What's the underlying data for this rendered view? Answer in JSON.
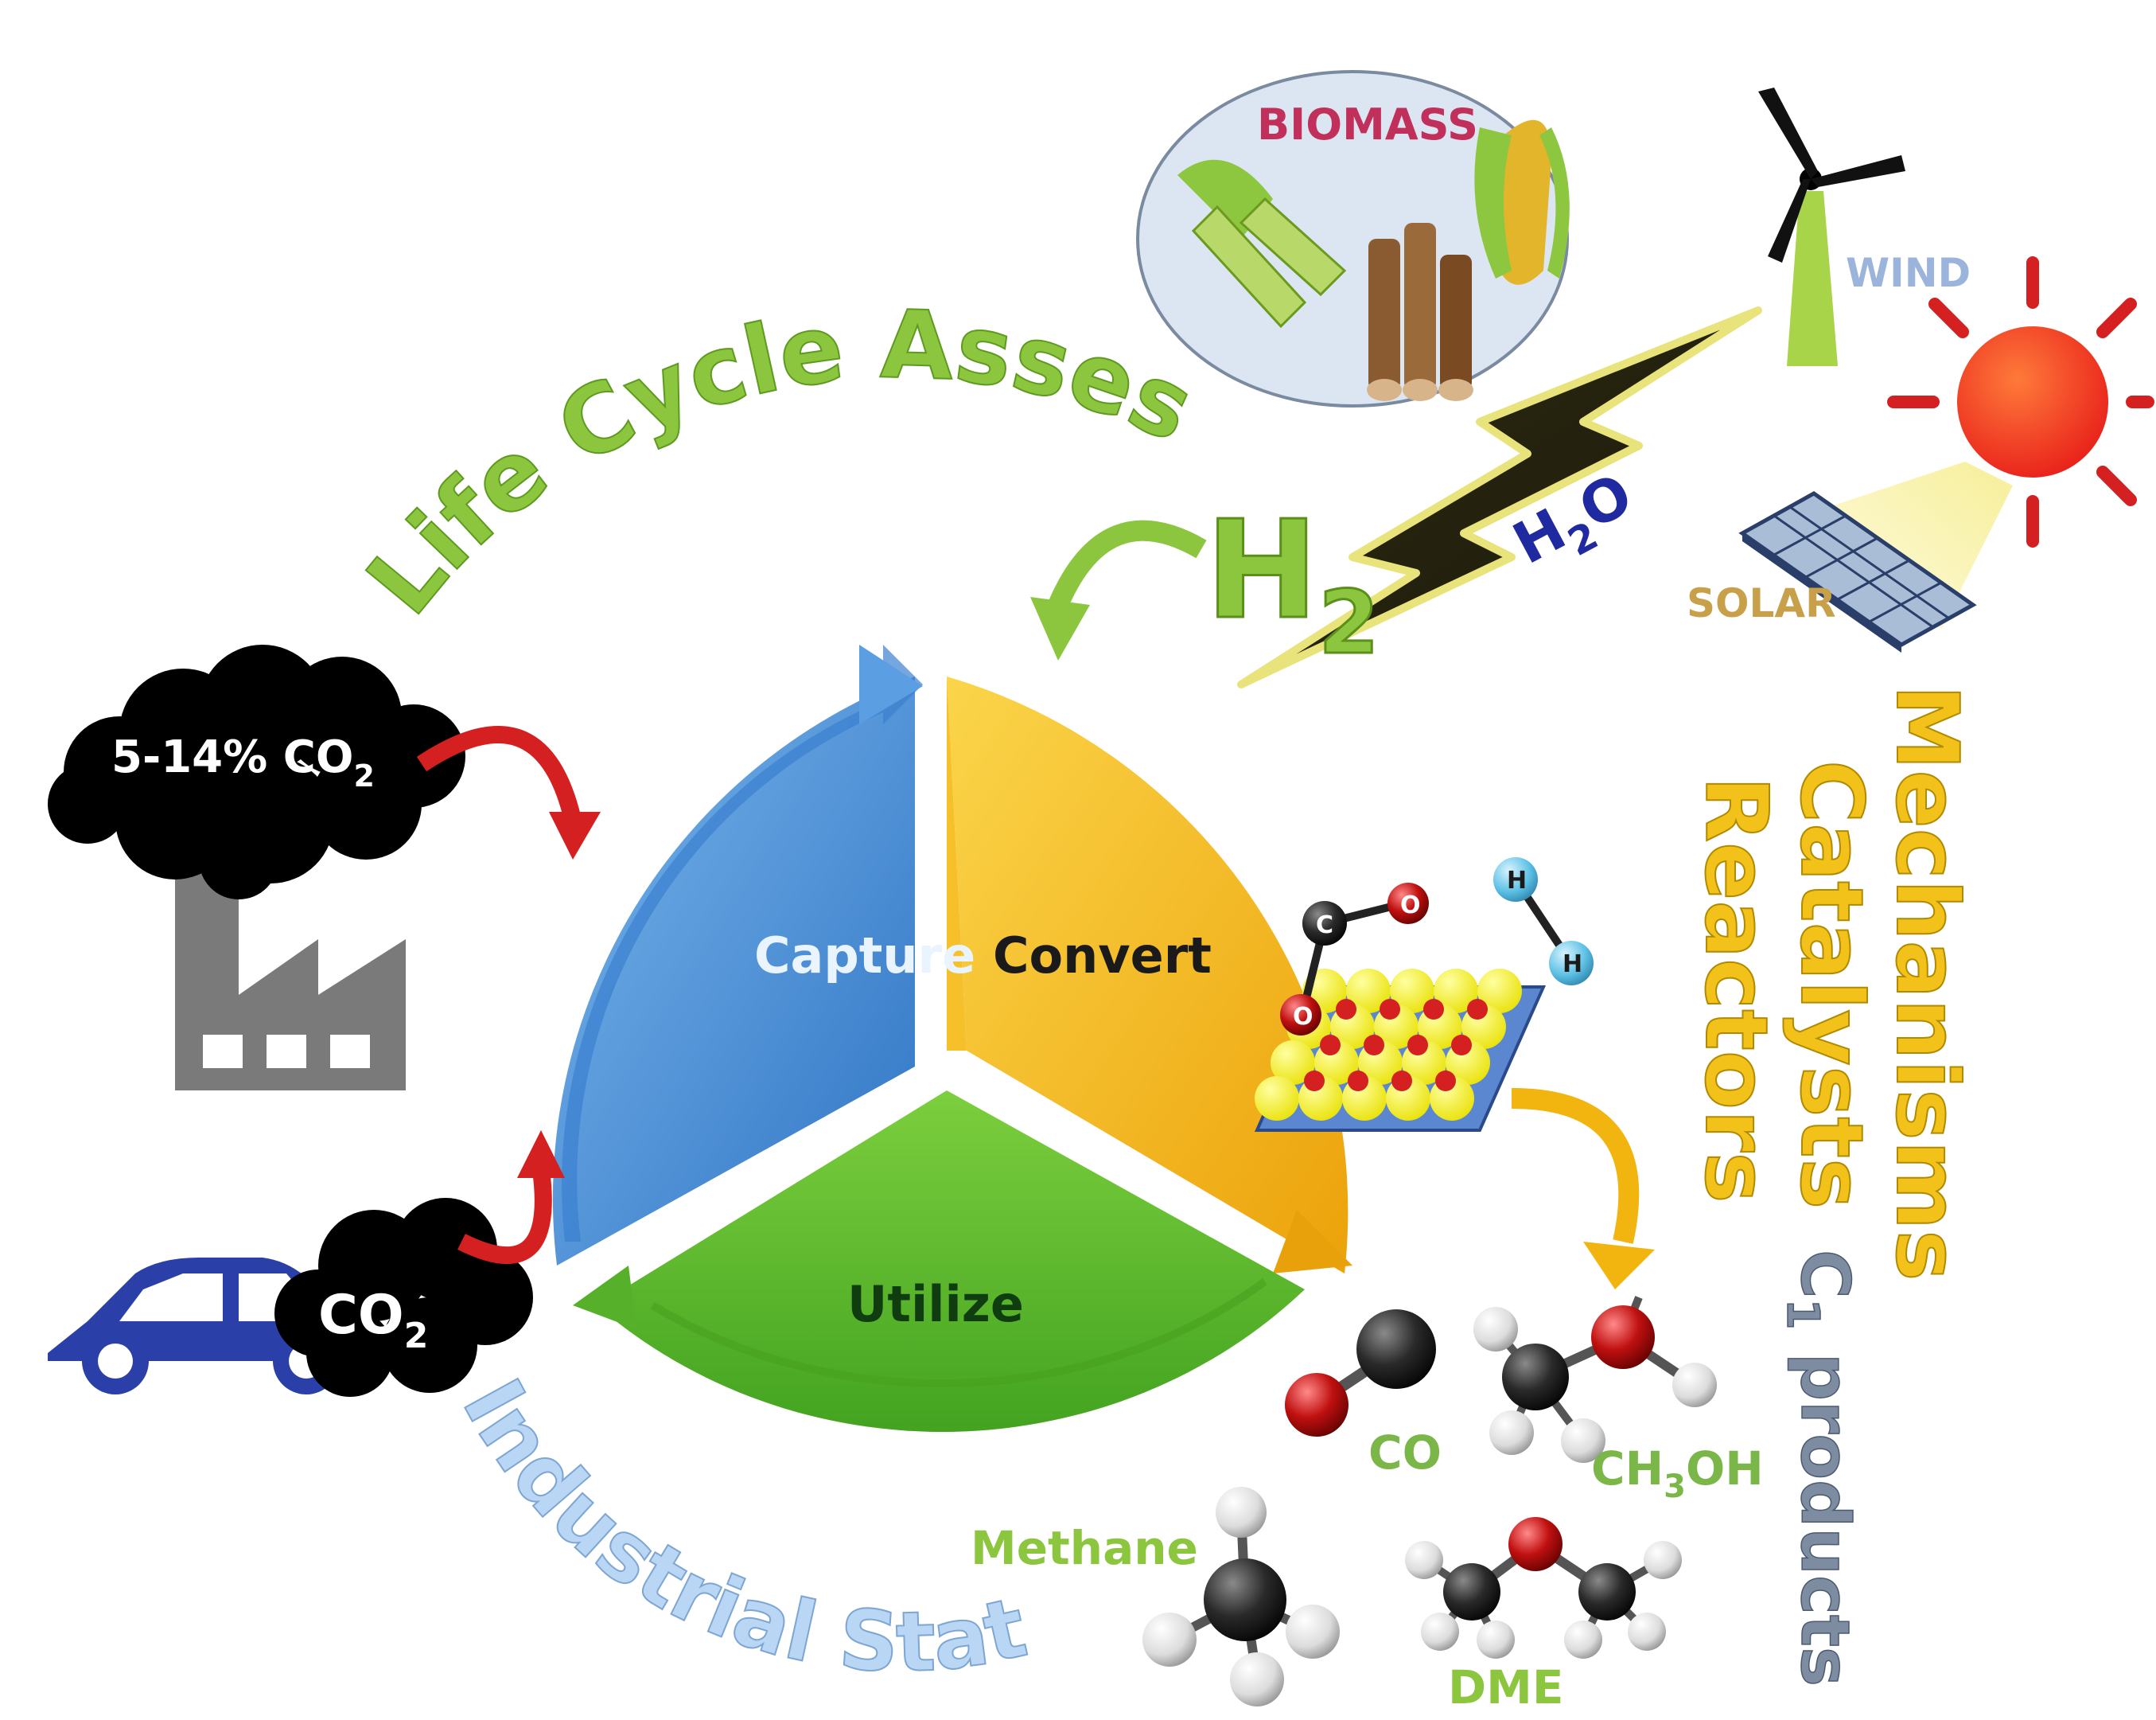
{
  "sector_labels": {
    "capture": "Capture",
    "convert": "Convert",
    "utilize": "Utilize"
  },
  "arc_labels": {
    "life_cycle": "Life Cycle Assessment",
    "industrial": "Industrial Status"
  },
  "sources": {
    "flue_gas_main": "5-14% CO",
    "flue_gas_sub": "2",
    "car_gas_main": "CO",
    "car_gas_sub": "2"
  },
  "energy": {
    "biomass": "BIOMASS",
    "wind": "WIND",
    "solar": "SOLAR",
    "water_h": "H",
    "water_sub": "2",
    "water_o": "O",
    "hydrogen_h": "H",
    "hydrogen_sub": "2"
  },
  "catalysis": {
    "col1": "Mechanisms",
    "col2": "Catalysts",
    "col3": "Reactors",
    "atom_c": "C",
    "atom_o1": "O",
    "atom_o2": "O",
    "atom_h1": "H",
    "atom_h2": "H"
  },
  "products": {
    "title_c": "C",
    "title_sub": "1",
    "title_rest": " products",
    "co": "CO",
    "methanol_a": "CH",
    "methanol_sub": "3",
    "methanol_b": "OH",
    "methane": "Methane",
    "dme": "DME"
  },
  "colors": {
    "capture": "#4a8fd6",
    "convert": "#f5b50f",
    "utilize": "#5cb82e",
    "arrow_red": "#d42020",
    "lca_green": "#8cc63f",
    "industrial_blue": "#a8c8ec",
    "catalysis_yellow": "#f3c21a",
    "product_green": "#7ab648",
    "product_title": "#7d8ca0"
  }
}
